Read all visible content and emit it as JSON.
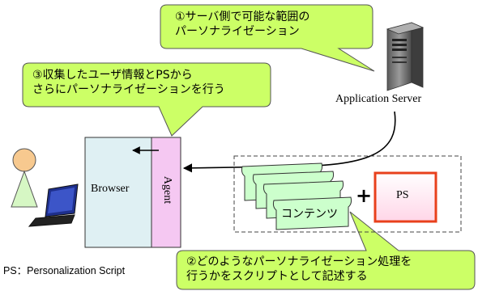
{
  "callouts": {
    "server_side": {
      "line1": "①サーバ側で可能な範囲の",
      "line2": "パーソナライゼーション"
    },
    "browser_side": {
      "line1": "③収集したユーザ情報とPSから",
      "line2": "さらにパーソナライゼーションを行う"
    },
    "script": {
      "line1": "②どのようなパーソナライゼーション処理を",
      "line2": "行うかをスクリプトとして記述する"
    }
  },
  "labels": {
    "app_server": "Application Server",
    "browser": "Browser",
    "agent": "Agent",
    "contents": "コンテンツ",
    "plus": "+",
    "ps": "PS",
    "footnote": "PS：Personalization Script"
  },
  "colors": {
    "callout_fill": "#ccff66",
    "browser_fill": "#dff0f3",
    "agent_fill": "#f5c8f2",
    "content_fill": "#ccffcc",
    "ps_border": "#e8401c",
    "ps_fill": "#fff0f5",
    "person_head": "#f7c98f",
    "person_body": "#d6f7c4"
  }
}
